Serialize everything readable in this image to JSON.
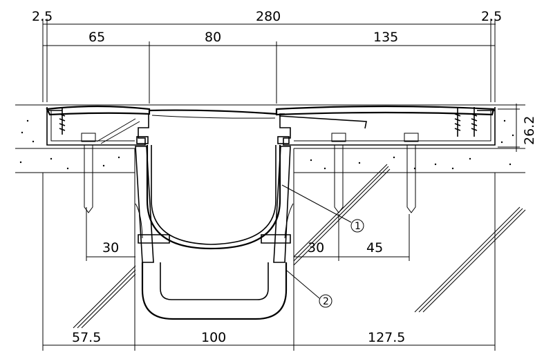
{
  "dimensions": {
    "top": {
      "overall": "280",
      "edge_left": "2.5",
      "edge_right": "2.5",
      "seg_left": "65",
      "seg_mid": "80",
      "seg_right": "135"
    },
    "side_height": "26.2",
    "inner": {
      "left": "30",
      "right_a": "30",
      "right_b": "45"
    },
    "bottom": {
      "left": "57.5",
      "mid": "100",
      "right": "127.5"
    }
  },
  "callouts": {
    "one": "1",
    "two": "2"
  }
}
